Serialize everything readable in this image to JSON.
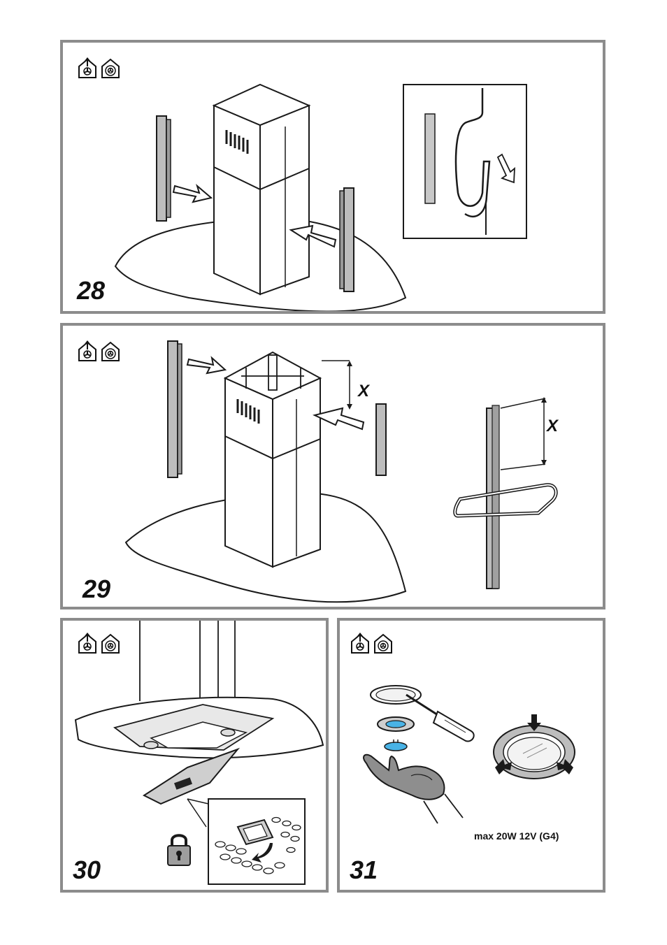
{
  "panels": {
    "p28": {
      "number": "28"
    },
    "p29": {
      "number": "29",
      "measure_label_1": "X",
      "measure_label_2": "X"
    },
    "p30": {
      "number": "30"
    },
    "p31": {
      "number": "31",
      "lamp_spec": "max 20W 12V (G4)"
    }
  },
  "icons": [
    "ducted-extraction-icon",
    "recirculation-icon",
    "padlock-icon",
    "screwdriver-icon",
    "glove-hand-icon"
  ],
  "colors": {
    "panel_border": "#8c8c8c",
    "line": "#1a1a1a",
    "part_fill": "#bdbdbd",
    "lamp_blue": "#49b3e6"
  }
}
